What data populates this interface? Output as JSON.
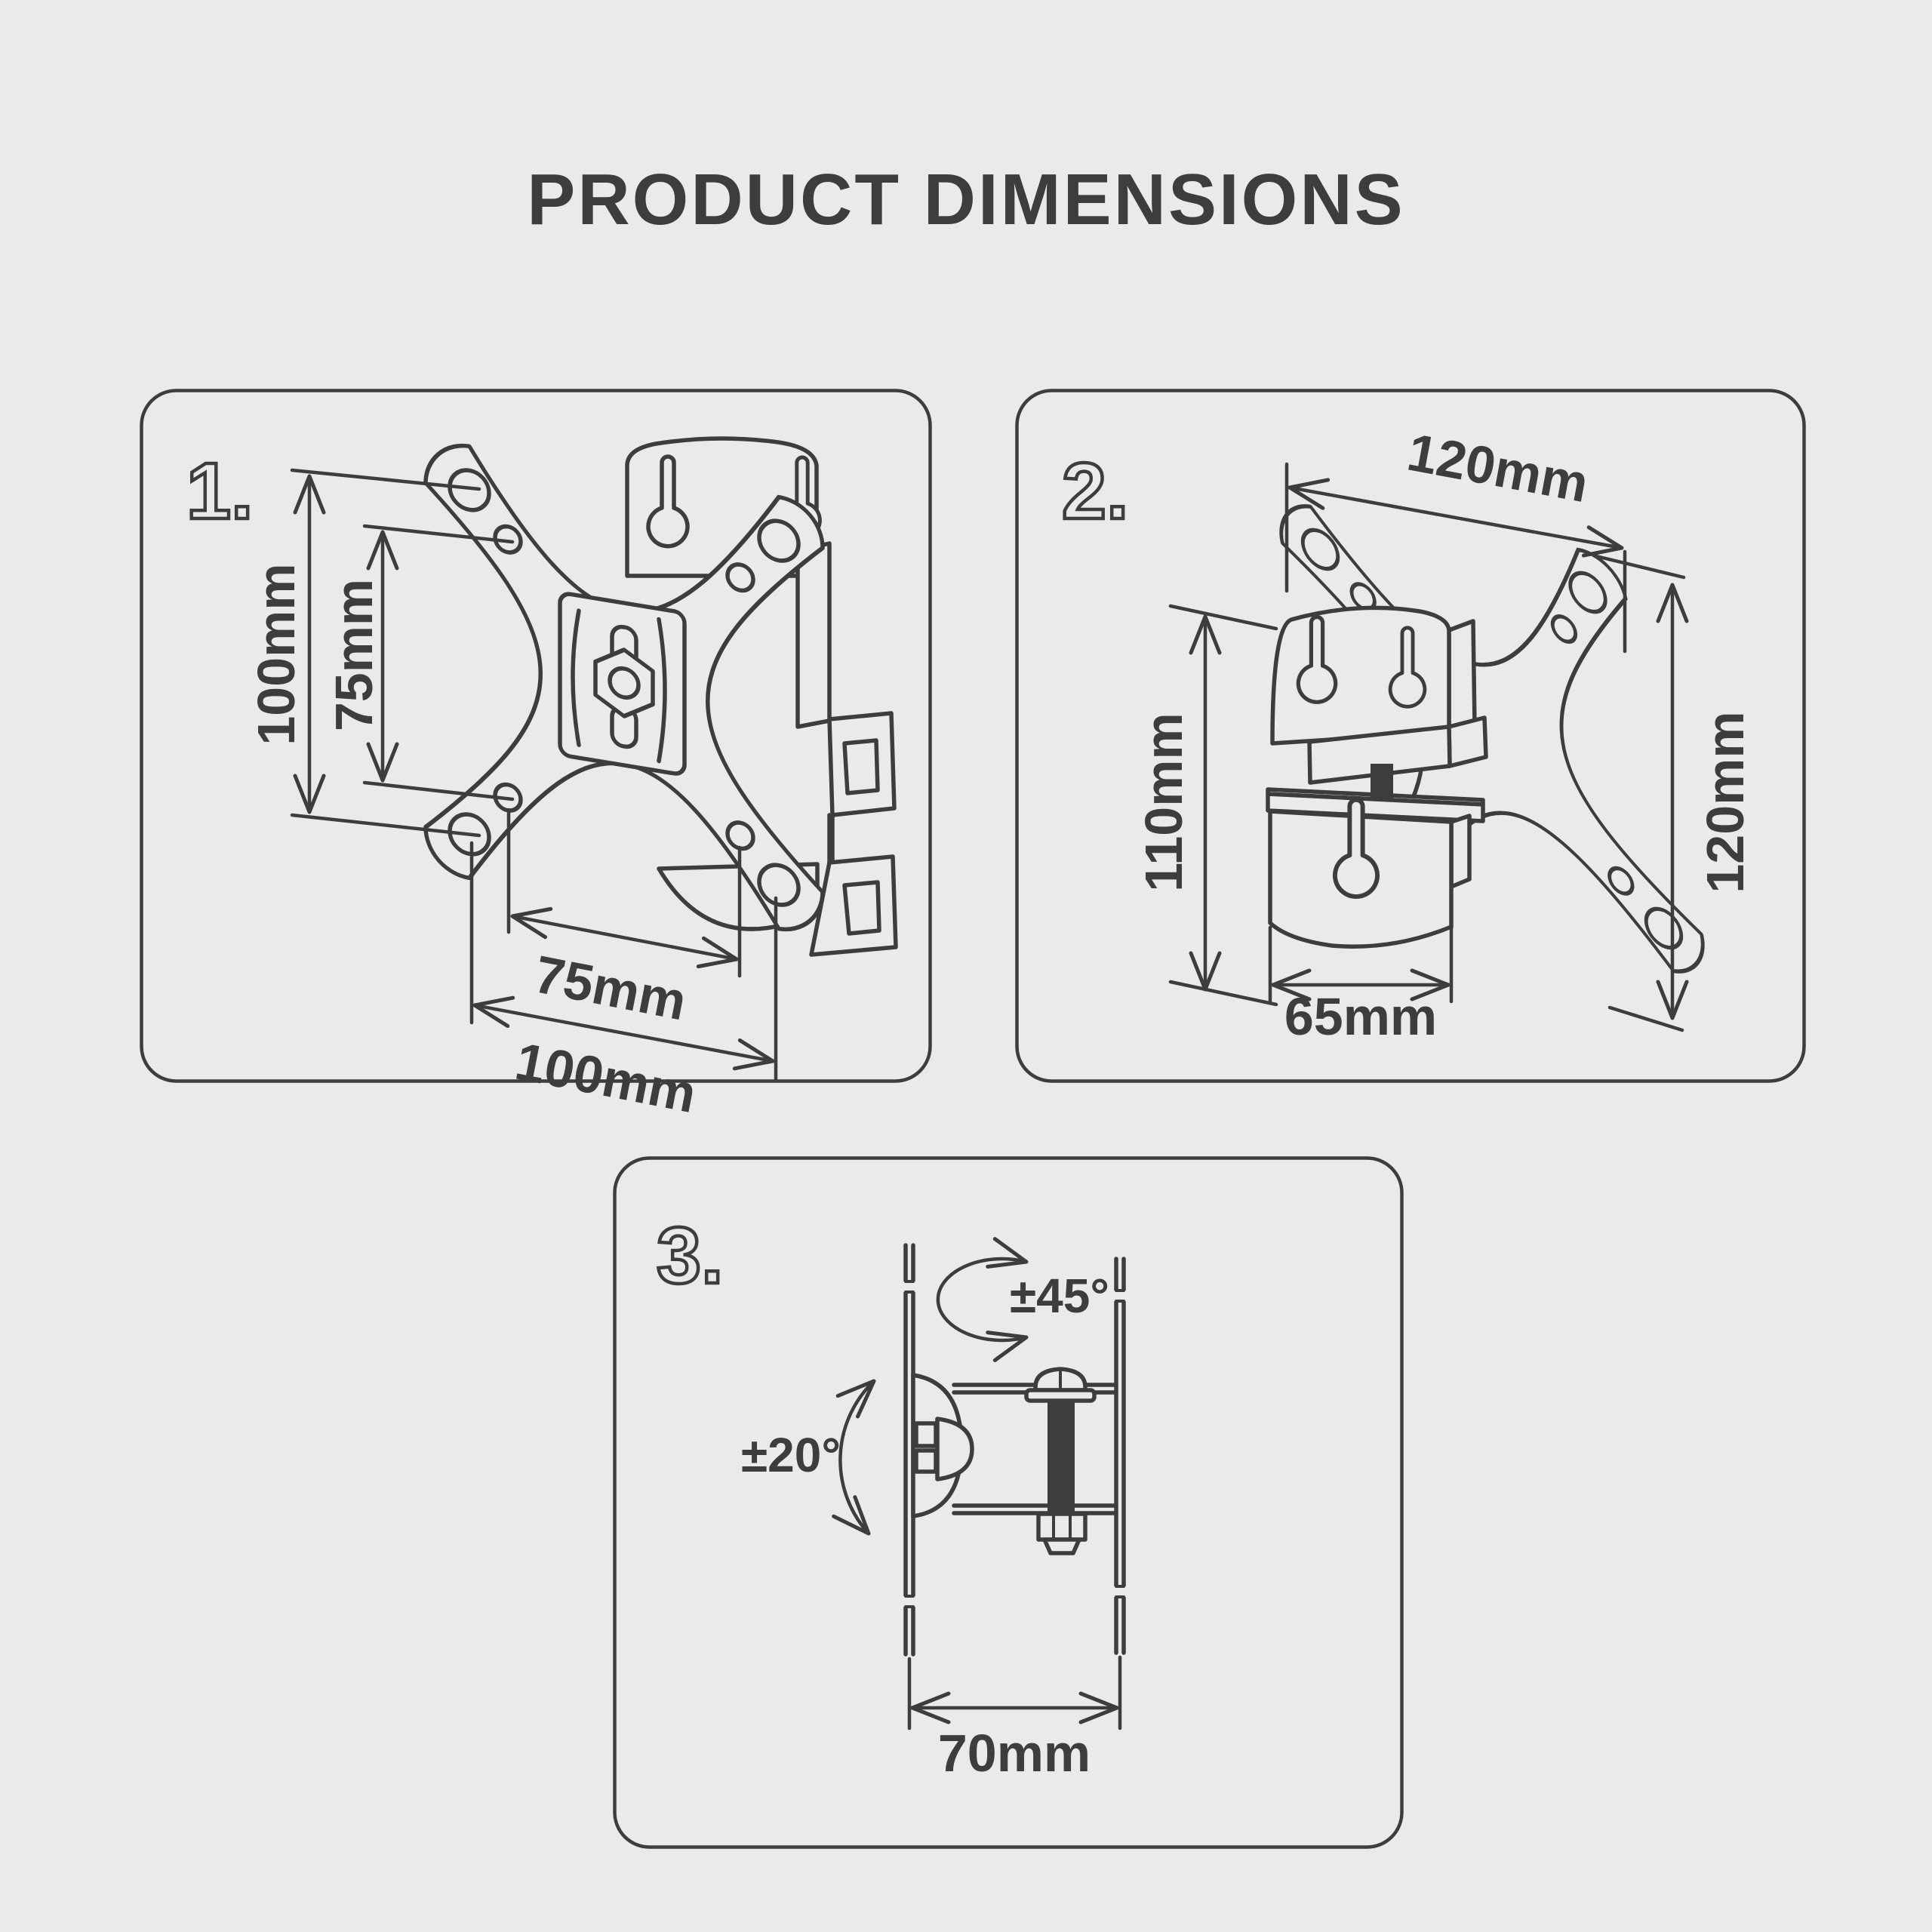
{
  "title": "PRODUCT DIMENSIONS",
  "colors": {
    "background": "#e9ebea",
    "line": "#3b3e3d"
  },
  "panels": [
    {
      "number": "1.",
      "view": "front-view-vesa-plate",
      "dims": {
        "outer_height": "100mm",
        "inner_height": "75mm",
        "inner_width": "75mm",
        "outer_width": "100mm"
      }
    },
    {
      "number": "2.",
      "view": "three-quarter-view-wall-bracket",
      "dims": {
        "plate_width": "120mm",
        "bracket_height": "110mm",
        "plate_height": "120mm",
        "bracket_width": "65mm"
      }
    },
    {
      "number": "3.",
      "view": "side-view-pivot",
      "dims": {
        "swivel": "±45°",
        "tilt": "±20°",
        "depth": "70mm"
      }
    }
  ]
}
